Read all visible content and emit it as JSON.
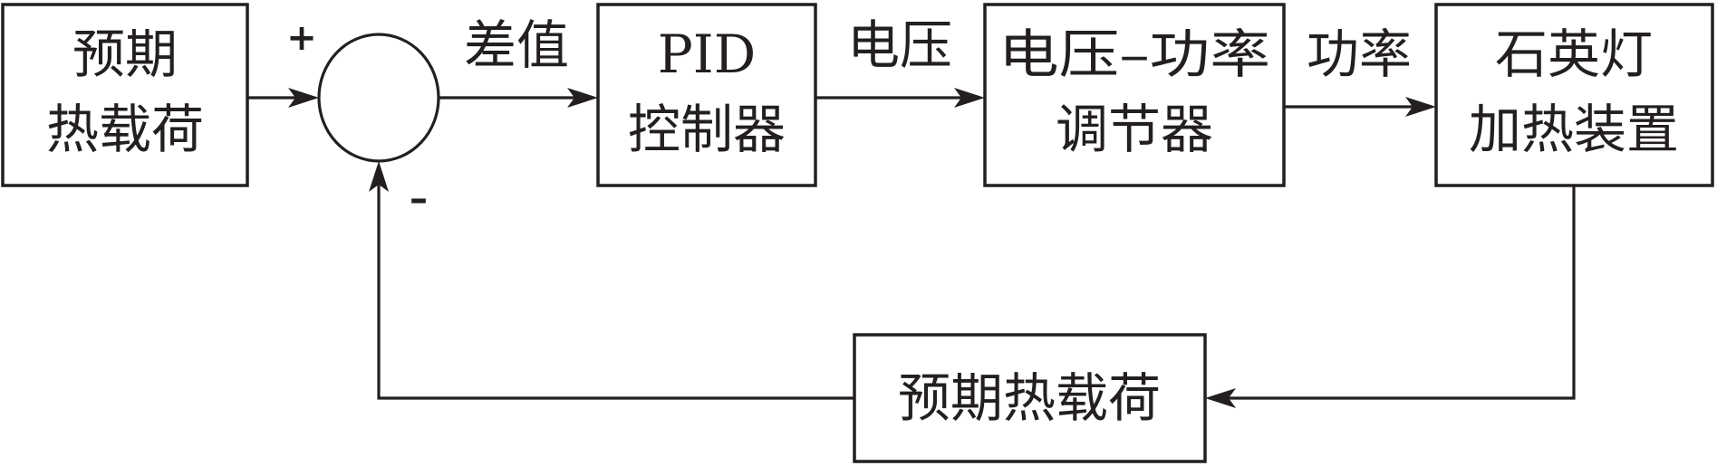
{
  "diagram": {
    "blocks": {
      "expected_load_input": {
        "lines": [
          "预期",
          "热载荷"
        ]
      },
      "pid_controller": {
        "lines": [
          "PID",
          "控制器"
        ]
      },
      "voltage_power_regulator": {
        "lines": [
          "电压–功率",
          "调节器"
        ]
      },
      "quartz_lamp_heater": {
        "lines": [
          "石英灯",
          "加热装置"
        ]
      },
      "feedback_block": {
        "lines": [
          "预期热载荷"
        ]
      }
    },
    "signals": {
      "difference": "差值",
      "voltage": "电压",
      "power": "功率"
    },
    "summing_junction": {
      "plus_sign": "+",
      "minus_sign": "–"
    }
  }
}
